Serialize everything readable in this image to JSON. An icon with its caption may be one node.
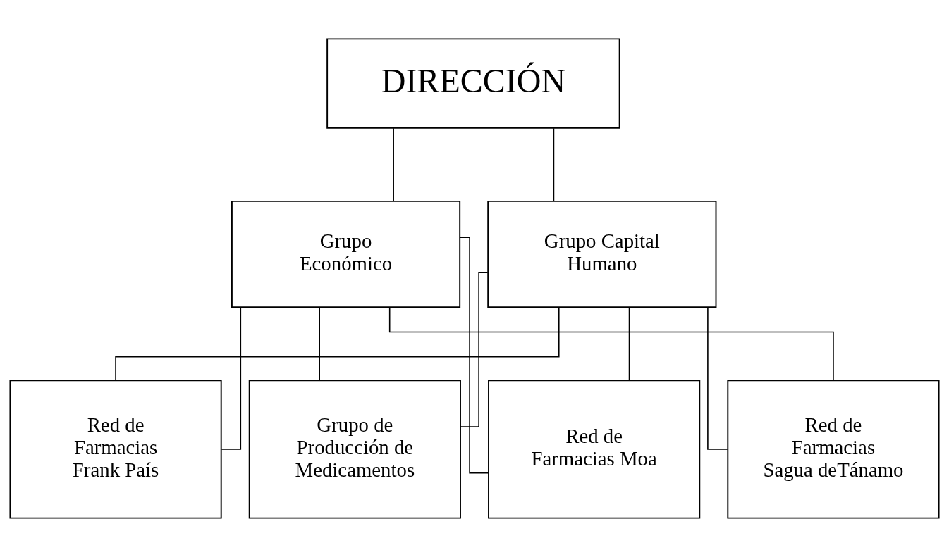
{
  "diagram": {
    "nodes": [
      {
        "text": [
          "DIRECCIÓN"
        ]
      },
      {
        "text": [
          "Grupo Económico"
        ]
      },
      {
        "text": [
          "Grupo Capital Humano"
        ]
      },
      {
        "text": [
          "Red de Farmacias Moa"
        ]
      },
      {
        "text": [
          "Red de Farmacias Sagua deTánamo"
        ]
      },
      {
        "text": [
          "Red de Farmacias Frank País"
        ]
      },
      {
        "text": [
          "Grupo de Producción de Medicamentos"
        ]
      }
    ],
    "edges": [
      {
        "from": 0,
        "to": 1,
        "arrow": "none"
      },
      {
        "from": 0,
        "to": 2,
        "arrow": "none"
      },
      {
        "from": 1,
        "to": 3,
        "arrow": "none"
      },
      {
        "from": 1,
        "to": 4,
        "arrow": "none"
      },
      {
        "from": 1,
        "to": 5,
        "arrow": "none"
      },
      {
        "from": 1,
        "to": 6,
        "arrow": "none"
      },
      {
        "from": 2,
        "to": 3,
        "arrow": "none"
      },
      {
        "from": 2,
        "to": 4,
        "arrow": "none"
      },
      {
        "from": 2,
        "to": 5,
        "arrow": "none"
      },
      {
        "from": 2,
        "to": 6,
        "arrow": "none"
      }
    ]
  }
}
